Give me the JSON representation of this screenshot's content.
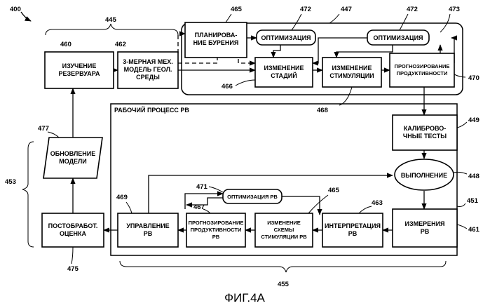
{
  "figure": {
    "caption": "ФИГ.4А",
    "number": "400"
  },
  "boxes": {
    "reservoir_study": {
      "lines": [
        "ИЗУЧЕНИЕ",
        "РЕЗЕРВУАРА"
      ],
      "ref": "460"
    },
    "geo_model": {
      "lines": [
        "3-МЕРНАЯ МЕХ.",
        "МОДЕЛЬ ГЕОЛ.",
        "СРЕДЫ"
      ],
      "ref": "462"
    },
    "drilling_plan": {
      "lines": [
        "ПЛАНИРОВА-",
        "НИЕ БУРЕНИЯ"
      ],
      "ref": "465"
    },
    "optimization_1": {
      "lines": [
        "ОПТИМИЗАЦИЯ"
      ],
      "ref": "472"
    },
    "optimization_2": {
      "lines": [
        "ОПТИМИЗАЦИЯ"
      ],
      "ref": "472"
    },
    "stage_change": {
      "lines": [
        "ИЗМЕНЕНИЕ",
        "СТАДИЙ"
      ],
      "ref": "466"
    },
    "stim_change": {
      "lines": [
        "ИЗМЕНЕНИЕ",
        "СТИМУЛЯЦИИ"
      ],
      "ref": "468"
    },
    "productivity_forecast": {
      "lines": [
        "ПРОГНОЗИРОВАНИЕ",
        "ПРОДУКТИВНОСТИ"
      ],
      "ref": "470"
    },
    "calibration_tests": {
      "lines": [
        "КАЛИБРОВО-",
        "ЧНЫЕ ТЕСТЫ"
      ],
      "ref": "449"
    },
    "execution": {
      "lines": [
        "ВЫПОЛНЕНИЕ"
      ],
      "ref": "448"
    },
    "model_update": {
      "lines": [
        "ОБНОВЛЕНИЕ",
        "МОДЕЛИ"
      ],
      "ref": "477"
    },
    "post_eval": {
      "lines": [
        "ПОСТОБРАБОТ.",
        "ОЦЕНКА"
      ],
      "ref": "475"
    },
    "rv_control": {
      "lines": [
        "УПРАВЛЕНИЕ",
        "РВ"
      ],
      "ref": "469"
    },
    "rv_productivity": {
      "lines": [
        "ПРОГНОЗИРОВАНИЕ",
        "ПРОДУКТИВНОСТИ",
        "РВ"
      ],
      "ref": "467"
    },
    "rv_scheme_change": {
      "lines": [
        "ИЗМЕНЕНИЕ",
        "СХЕМЫ",
        "СТИМУЛЯЦИИ РВ"
      ],
      "ref": "465"
    },
    "rv_interpretation": {
      "lines": [
        "ИНТЕРПРЕТАЦИЯ",
        "РВ"
      ],
      "ref": "463"
    },
    "rv_measurements": {
      "lines": [
        "ИЗМЕРЕНИЯ",
        "РВ"
      ],
      "ref": "461"
    },
    "rv_optimization": {
      "lines": [
        "ОПТИМИЗАЦИЯ РВ"
      ],
      "ref": "471"
    }
  },
  "groups": {
    "workflow_title": "РАБОЧИЙ ПРОЦЕСС РВ",
    "refs": {
      "top_brace": "445",
      "top_frame": "447",
      "top_arrow": "473",
      "left_brace": "453",
      "workflow_frame": "451",
      "bottom_brace": "455"
    }
  }
}
